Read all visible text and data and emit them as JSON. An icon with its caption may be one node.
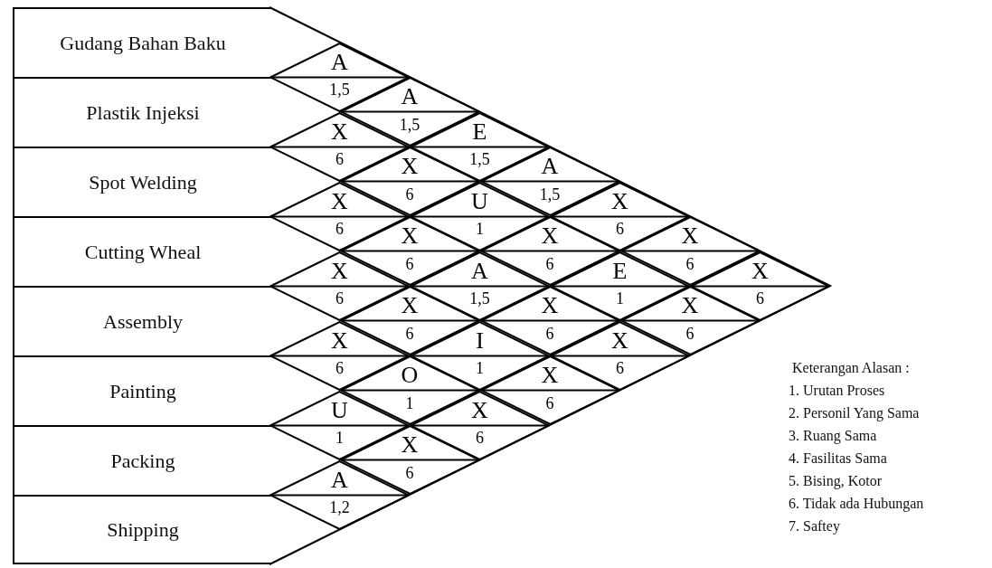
{
  "diagram": {
    "nodes": [
      {
        "text": [
          "Gudang Bahan Baku"
        ]
      },
      {
        "text": [
          "Plastik Injeksi"
        ]
      },
      {
        "text": [
          "Spot Welding"
        ]
      },
      {
        "text": [
          "Cutting Wheal"
        ]
      },
      {
        "text": [
          "Assembly"
        ]
      },
      {
        "text": [
          "Painting"
        ]
      },
      {
        "text": [
          "Packing"
        ]
      },
      {
        "text": [
          "Shipping"
        ]
      },
      {
        "text": [
          "A",
          "1,5"
        ]
      },
      {
        "text": [
          "A",
          "1,5"
        ]
      },
      {
        "text": [
          "X",
          "6"
        ]
      },
      {
        "text": [
          "E",
          "1,5"
        ]
      },
      {
        "text": [
          "X",
          "6"
        ]
      },
      {
        "text": [
          "A",
          "1,5"
        ]
      },
      {
        "text": [
          "X",
          "6"
        ]
      },
      {
        "text": [
          "U",
          "1"
        ]
      },
      {
        "text": [
          "X",
          "6"
        ]
      },
      {
        "text": [
          "X",
          "6"
        ]
      },
      {
        "text": [
          "X",
          "6"
        ]
      },
      {
        "text": [
          "X",
          "6"
        ]
      },
      {
        "text": [
          "X",
          "6"
        ]
      },
      {
        "text": [
          "A",
          "1,5"
        ]
      },
      {
        "text": [
          "E",
          "1"
        ]
      },
      {
        "text": [
          "X",
          "6"
        ]
      },
      {
        "text": [
          "X",
          "6"
        ]
      },
      {
        "text": [
          "X",
          "6"
        ]
      },
      {
        "text": [
          "X",
          "6"
        ]
      },
      {
        "text": [
          "X",
          "6"
        ]
      },
      {
        "text": [
          "I",
          "1"
        ]
      },
      {
        "text": [
          "X",
          "6"
        ]
      },
      {
        "text": [
          "O",
          "1"
        ]
      },
      {
        "text": [
          "X",
          "6"
        ]
      },
      {
        "text": [
          "U",
          "1"
        ]
      },
      {
        "text": [
          "X",
          "6"
        ]
      },
      {
        "text": [
          "X",
          "6"
        ]
      },
      {
        "text": [
          "A",
          "1,2"
        ]
      }
    ],
    "labels": [
      "Keterangan Alasan :",
      "1. Urutan Proses",
      "2. Personil Yang Sama",
      "3. Ruang Sama",
      "4. Fasilitas Sama",
      "5. Bising, Kotor",
      "6. Tidak ada Hubungan",
      "7. Saftey"
    ]
  }
}
